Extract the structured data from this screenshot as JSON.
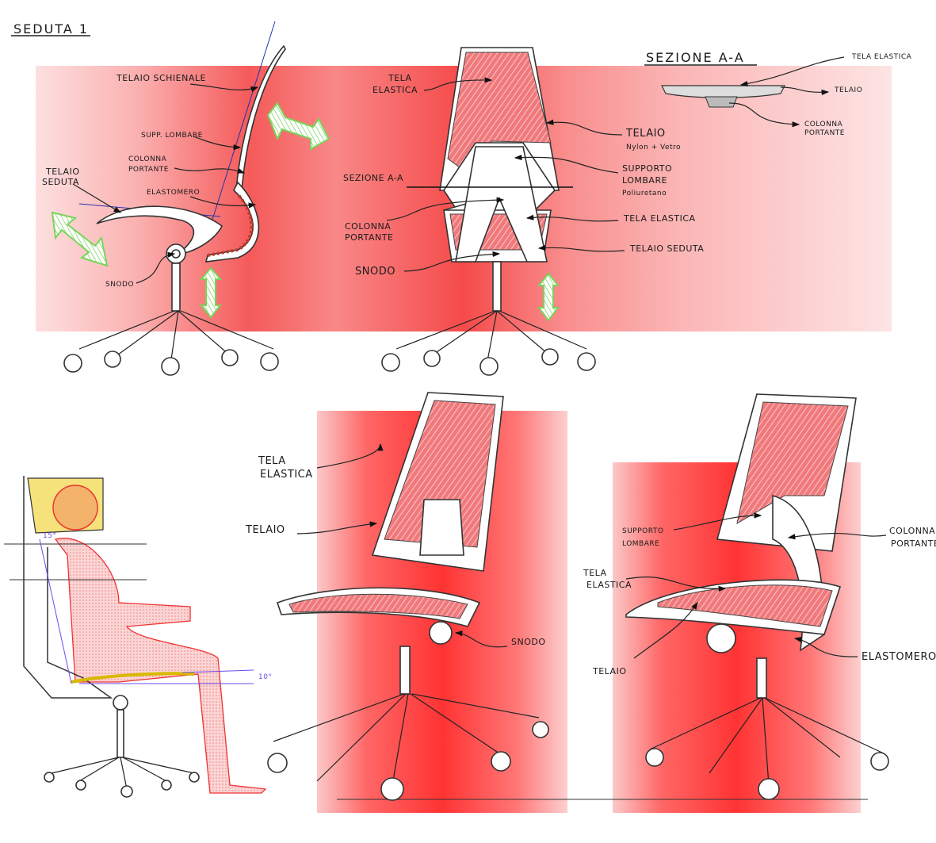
{
  "title": "SEDUTA 1",
  "side_view": {
    "labels": [
      "TELAIO SCHIENALE",
      "SUPP. LOMBARE",
      "COLONNA",
      "PORTANTE",
      "ELASTOMERO",
      "TELAIO",
      "SEDUTA",
      "SNODO"
    ]
  },
  "front_view": {
    "labels": [
      "TELA",
      "ELASTICA",
      "TELAIO",
      "Nylon + Vetro",
      "SUPPORTO",
      "LOMBARE",
      "Poliuretano",
      "SEZIONE A-A",
      "COLONNA",
      "PORTANTE",
      "TELA ELASTICA",
      "TELAIO SEDUTA",
      "SNODO"
    ]
  },
  "section": {
    "title": "SEZIONE A-A",
    "labels": [
      "TELA ELASTICA",
      "TELAIO",
      "COLONNA",
      "PORTANTE"
    ]
  },
  "ergonomic": {
    "angles": [
      "15°",
      "10°"
    ]
  },
  "perspective_front": {
    "labels": [
      "TELA",
      "ELASTICA",
      "TELAIO",
      "SNODO"
    ]
  },
  "perspective_back": {
    "labels": [
      "SUPPORTO",
      "LOMBARE",
      "COLONNA",
      "PORTANTE",
      "TELA",
      "ELASTICA",
      "TELAIO",
      "ELASTOMERO"
    ]
  },
  "colors": {
    "accent_red": "#f23a3a",
    "arrow_green": "#7ad35a",
    "guide_blue": "#2233aa"
  }
}
